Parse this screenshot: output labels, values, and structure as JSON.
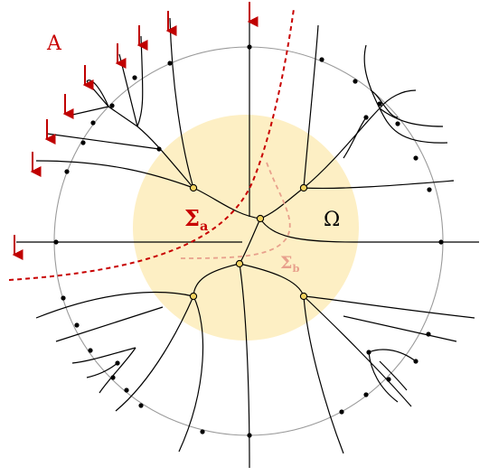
{
  "labels": {
    "A": "A",
    "Omega": "Ω",
    "Sigma_a": {
      "symbol": "Σ",
      "sub": "a"
    },
    "Sigma_b": {
      "symbol": "Σ",
      "sub": "b"
    }
  },
  "colors": {
    "disk": "#fdefc4",
    "circle": "#9a9a9a",
    "edges": "#000000",
    "arrow": "#c00000",
    "sigma_a": "#c80000",
    "sigma_b": "#e8a08c",
    "vertex_fill": "#f4d460"
  }
}
